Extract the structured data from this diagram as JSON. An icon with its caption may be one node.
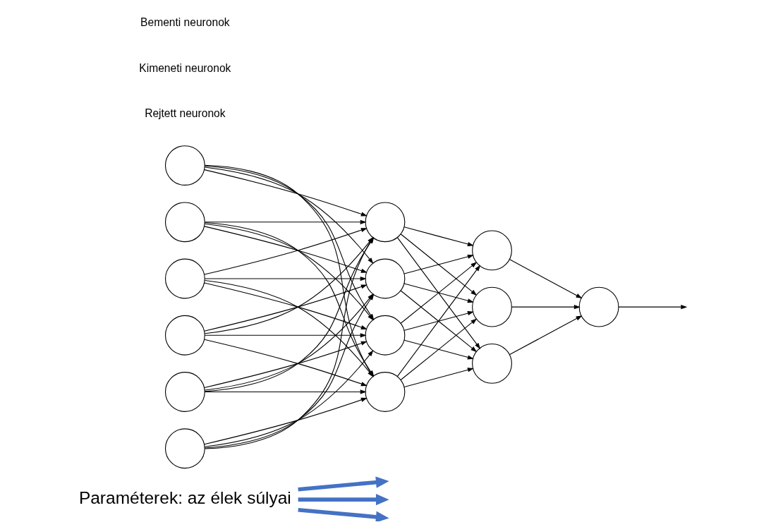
{
  "diagram": {
    "nodes": [
      {
        "text": [
          "Paraméterek: az élek súlyai"
        ]
      },
      {
        "text": [],
        "shape": "circle"
      },
      {
        "text": [],
        "shape": "circle"
      },
      {
        "text": [],
        "shape": "circle"
      },
      {
        "text": [],
        "shape": "circle"
      },
      {
        "text": [],
        "shape": "circle"
      },
      {
        "text": [],
        "shape": "circle"
      },
      {
        "text": [],
        "shape": "circle"
      },
      {
        "text": [],
        "shape": "circle"
      },
      {
        "text": [],
        "shape": "circle"
      },
      {
        "text": [],
        "shape": "circle"
      },
      {
        "text": [],
        "shape": "circle"
      },
      {
        "text": [],
        "shape": "circle"
      },
      {
        "text": [],
        "shape": "circle"
      },
      {
        "text": [],
        "shape": "circle"
      }
    ],
    "edges": [
      {
        "from": 1,
        "to": 7,
        "arrow": "to"
      },
      {
        "from": 1,
        "to": 8,
        "arrow": "to"
      },
      {
        "from": 1,
        "to": 9,
        "arrow": "to"
      },
      {
        "from": 1,
        "to": 10,
        "arrow": "to"
      },
      {
        "from": 2,
        "to": 7,
        "arrow": "to"
      },
      {
        "from": 2,
        "to": 8,
        "arrow": "to"
      },
      {
        "from": 2,
        "to": 9,
        "arrow": "to"
      },
      {
        "from": 2,
        "to": 10,
        "arrow": "to"
      },
      {
        "from": 3,
        "to": 7,
        "arrow": "to"
      },
      {
        "from": 3,
        "to": 8,
        "arrow": "to"
      },
      {
        "from": 3,
        "to": 9,
        "arrow": "to"
      },
      {
        "from": 3,
        "to": 10,
        "arrow": "to"
      },
      {
        "from": 4,
        "to": 7,
        "arrow": "to"
      },
      {
        "from": 4,
        "to": 8,
        "arrow": "to"
      },
      {
        "from": 4,
        "to": 9,
        "arrow": "to"
      },
      {
        "from": 4,
        "to": 10,
        "arrow": "to"
      },
      {
        "from": 5,
        "to": 7,
        "arrow": "to"
      },
      {
        "from": 5,
        "to": 8,
        "arrow": "to"
      },
      {
        "from": 5,
        "to": 9,
        "arrow": "to"
      },
      {
        "from": 5,
        "to": 10,
        "arrow": "to"
      },
      {
        "from": 6,
        "to": 7,
        "arrow": "to"
      },
      {
        "from": 6,
        "to": 8,
        "arrow": "to"
      },
      {
        "from": 6,
        "to": 9,
        "arrow": "to"
      },
      {
        "from": 6,
        "to": 10,
        "arrow": "to"
      },
      {
        "from": 7,
        "to": 11,
        "arrow": "to"
      },
      {
        "from": 7,
        "to": 12,
        "arrow": "to"
      },
      {
        "from": 7,
        "to": 13,
        "arrow": "to"
      },
      {
        "from": 8,
        "to": 11,
        "arrow": "to"
      },
      {
        "from": 8,
        "to": 12,
        "arrow": "to"
      },
      {
        "from": 8,
        "to": 13,
        "arrow": "to"
      },
      {
        "from": 9,
        "to": 11,
        "arrow": "to"
      },
      {
        "from": 9,
        "to": 12,
        "arrow": "to"
      },
      {
        "from": 9,
        "to": 13,
        "arrow": "to"
      },
      {
        "from": 10,
        "to": 11,
        "arrow": "to"
      },
      {
        "from": 10,
        "to": 12,
        "arrow": "to"
      },
      {
        "from": 10,
        "to": 13,
        "arrow": "to"
      },
      {
        "from": 11,
        "to": 14,
        "arrow": "to"
      },
      {
        "from": 12,
        "to": 14,
        "arrow": "to"
      },
      {
        "from": 13,
        "to": 14,
        "arrow": "to"
      },
      {
        "from": 14,
        "to": null,
        "arrow": "to"
      },
      {
        "from": 0,
        "to": null,
        "arrow": "to",
        "style": "thick",
        "color": "#4472c4"
      },
      {
        "from": 0,
        "to": null,
        "arrow": "to",
        "style": "thick",
        "color": "#4472c4"
      },
      {
        "from": 0,
        "to": null,
        "arrow": "to",
        "style": "thick",
        "color": "#4472c4"
      }
    ],
    "labels": [
      "Rejtett neuronok",
      "Kimeneti neuronok",
      "Bementi neuronok"
    ]
  }
}
